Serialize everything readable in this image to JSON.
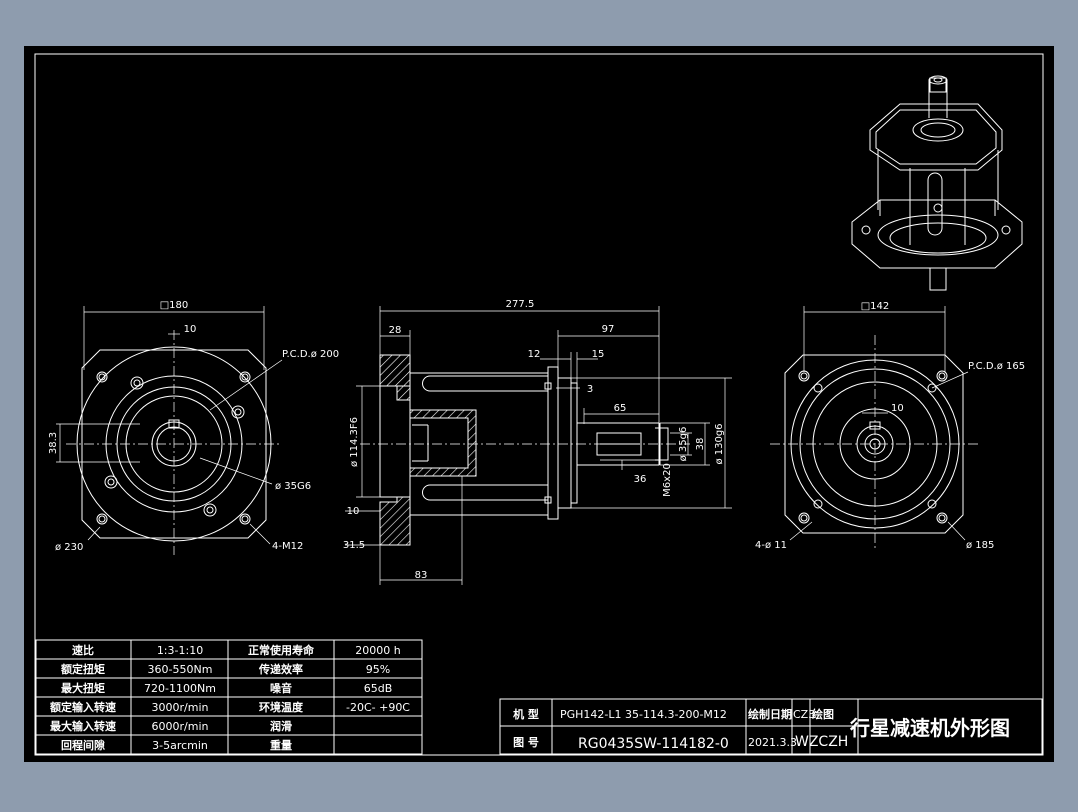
{
  "colors": {
    "background": "#8e9cae",
    "sheet": "#000000",
    "lines": "#ffffff"
  },
  "left_view": {
    "dims": {
      "square": "□180",
      "keyway": "10",
      "pcd": "P.C.D.ø 200",
      "shaft_dia": "38.3",
      "pilot": "ø 35G6",
      "outer": "ø 230",
      "holes": "4-M12"
    }
  },
  "side_view": {
    "dims": {
      "length": "277.5",
      "flange": "28",
      "shaft_len": "97",
      "d12": "12",
      "d15": "15",
      "d3": "3",
      "key_len": "65",
      "key_pos": "36",
      "bore": "ø 114.3F6",
      "d10": "10",
      "d315": "31.5",
      "d83": "83",
      "shaft": "ø 35g6",
      "height": "38",
      "spigot": "ø 130g6",
      "thread": "M6x20"
    }
  },
  "right_view": {
    "dims": {
      "square": "□142",
      "pcd": "P.C.D.ø 165",
      "keyway": "10",
      "holes": "4-ø 11",
      "outer": "ø 185"
    }
  },
  "spec_table": {
    "rows": [
      {
        "label": "速比",
        "value": "1:3-1:10",
        "label2": "正常使用寿命",
        "value2": "20000  h"
      },
      {
        "label": "额定扭矩",
        "value": "360-550Nm",
        "label2": "传递效率",
        "value2": "95%"
      },
      {
        "label": "最大扭矩",
        "value": "720-1100Nm",
        "label2": "噪音",
        "value2": "65dB"
      },
      {
        "label": "额定输入转速",
        "value": "3000r/min",
        "label2": "环境温度",
        "value2": "-20C- +90C"
      },
      {
        "label": "最大输入转速",
        "value": "6000r/min",
        "label2": "润滑",
        "value2": ""
      },
      {
        "label": "回程间隙",
        "value": "3-5arcmin",
        "label2": "重量",
        "value2": ""
      }
    ]
  },
  "title_block": {
    "model_label": "机  型",
    "model_value": "PGH142-L1  35-114.3-200-M12",
    "drawing_no_label": "图  号",
    "drawing_no_value": "RG0435SW-114182-0",
    "draw_date_label": "绘制日期",
    "draw_date_value": "2021.3.3",
    "drafter_label": "绘图",
    "drafter_value": "CZ3",
    "author_code": "WZCZH",
    "title": "行星减速机外形图"
  }
}
